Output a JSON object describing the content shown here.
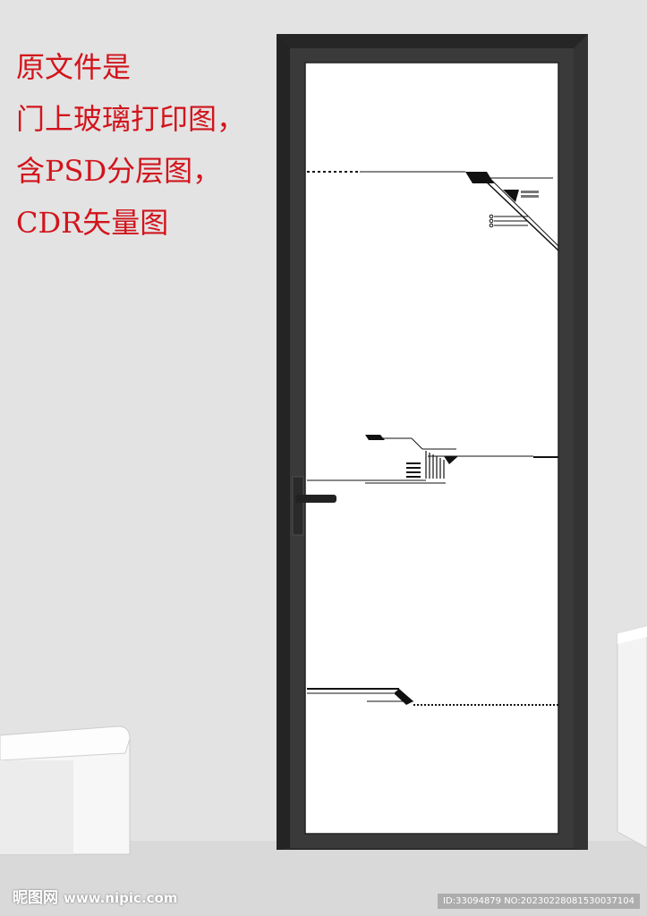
{
  "caption": {
    "lines": [
      "原文件是",
      "门上玻璃打印图，",
      "含PSD分层图，",
      "CDR矢量图"
    ]
  },
  "watermark": {
    "site_name": "昵图网",
    "site_url": "www.nipic.com",
    "id_text": "ID:33094879 NO:20230228081530037104"
  },
  "colors": {
    "caption": "#d2141c",
    "frame": "#2e2e2e",
    "glass": "#ffffff",
    "wall": "#e3e3e3"
  }
}
